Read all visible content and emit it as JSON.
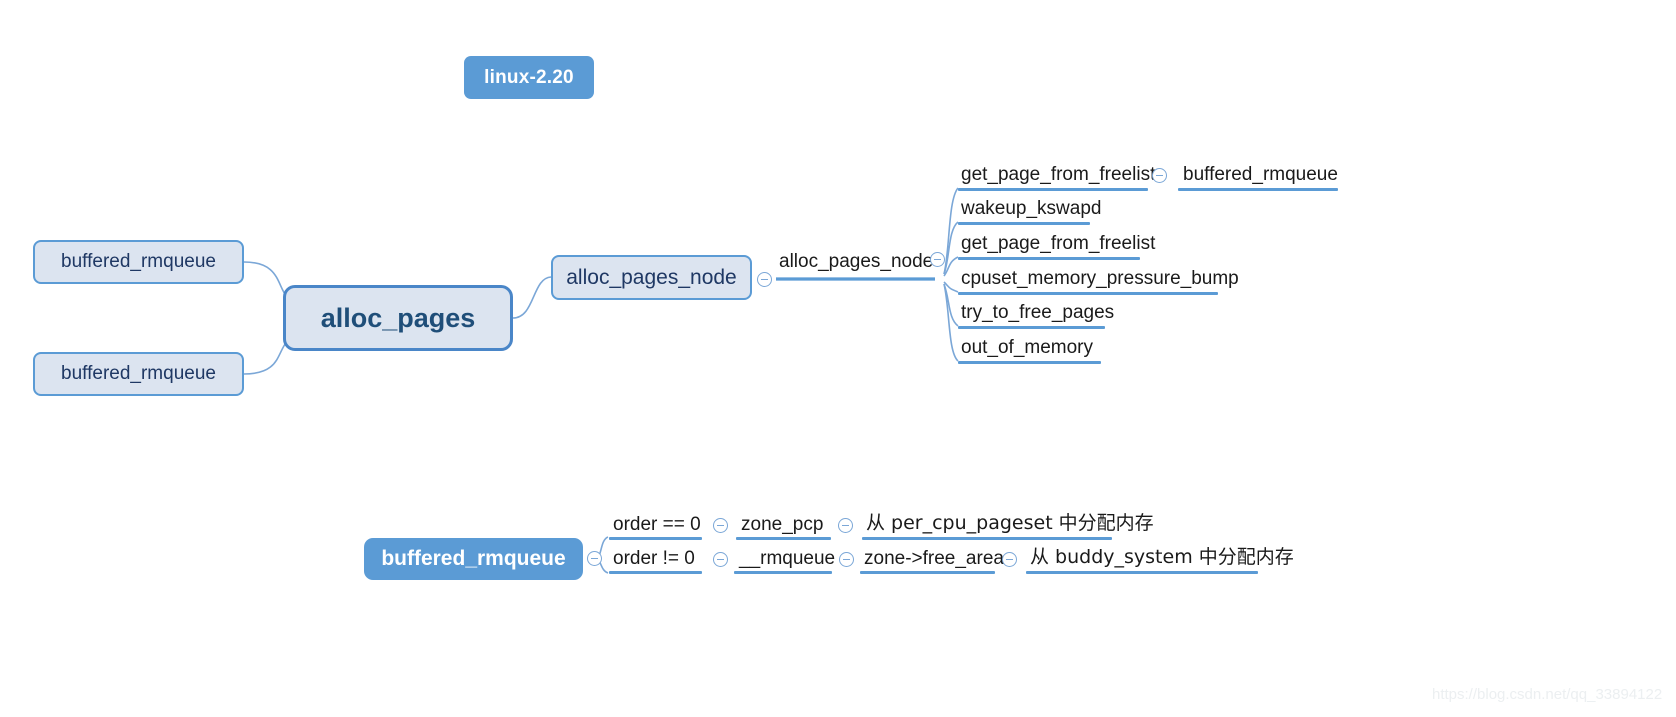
{
  "title": {
    "label": "linux-2.20"
  },
  "root": {
    "label": "alloc_pages"
  },
  "left_children": [
    {
      "label": "buffered_rmqueue"
    },
    {
      "label": "buffered_rmqueue"
    }
  ],
  "right_branch": {
    "node_label": "alloc_pages_node",
    "connector_label": "alloc_pages_node",
    "items": [
      {
        "label": "get_page_from_freelist",
        "child": "buffered_rmqueue"
      },
      {
        "label": "wakeup_kswapd",
        "child": null
      },
      {
        "label": "get_page_from_freelist",
        "child": null
      },
      {
        "label": "cpuset_memory_pressure_bump",
        "child": null
      },
      {
        "label": "try_to_free_pages",
        "child": null
      },
      {
        "label": "out_of_memory",
        "child": null
      }
    ]
  },
  "bottom_branch": {
    "root_label": "buffered_rmqueue",
    "rows": [
      {
        "cond": "order == 0",
        "func": "zone_pcp",
        "desc": "从 per_cpu_pageset 中分配内存"
      },
      {
        "cond": "order != 0",
        "func": "__rmqueue",
        "area": "zone->free_area",
        "desc": "从 buddy_system 中分配内存"
      }
    ]
  },
  "watermark": {
    "text": "https://blog.csdn.net/qq_33894122"
  },
  "colors": {
    "accent": "#5b9bd5",
    "node_fill": "#dce4f0",
    "node_border": "#4a86c8",
    "root_text": "#1f4e79",
    "link": "#7ba7d7"
  },
  "icons": {
    "collapse": "collapse-minus-icon"
  }
}
